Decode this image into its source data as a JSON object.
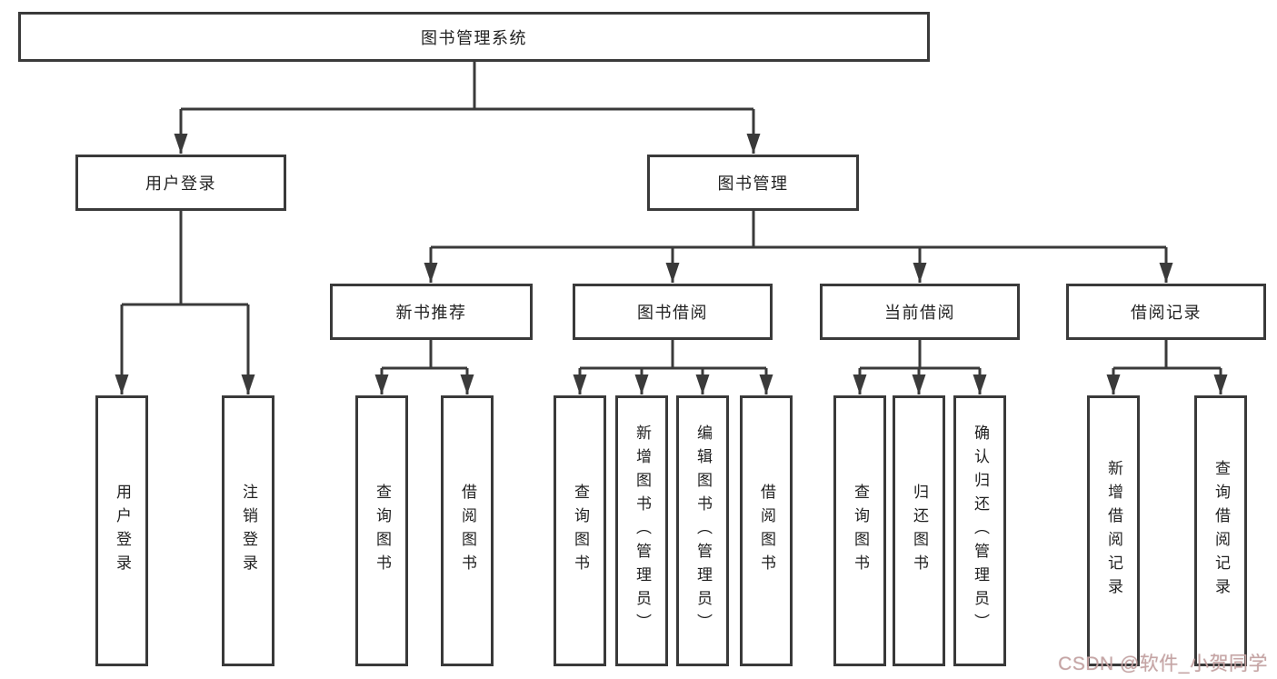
{
  "diagram": {
    "root": {
      "label": "图书管理系统"
    },
    "branches": [
      {
        "label": "用户登录",
        "children": [
          {
            "label": "用户登录"
          },
          {
            "label": "注销登录"
          }
        ]
      },
      {
        "label": "图书管理",
        "children": [
          {
            "label": "新书推荐",
            "children": [
              {
                "label": "查询图书"
              },
              {
                "label": "借阅图书"
              }
            ]
          },
          {
            "label": "图书借阅",
            "children": [
              {
                "label": "查询图书"
              },
              {
                "label": "新增图书（管理员）"
              },
              {
                "label": "编辑图书（管理员）"
              },
              {
                "label": "借阅图书"
              }
            ]
          },
          {
            "label": "当前借阅",
            "children": [
              {
                "label": "查询图书"
              },
              {
                "label": "归还图书"
              },
              {
                "label": "确认归还（管理员）"
              }
            ]
          },
          {
            "label": "借阅记录",
            "children": [
              {
                "label": "新增借阅记录"
              },
              {
                "label": "查询借阅记录"
              }
            ]
          }
        ]
      }
    ]
  },
  "watermark": {
    "text": "CSDN @软件_小贺同学"
  },
  "colors": {
    "line": "#3a3a3a",
    "border": "#3a3a3a",
    "background": "#ffffff",
    "text": "#222222",
    "watermark": "#c6a2a2"
  }
}
